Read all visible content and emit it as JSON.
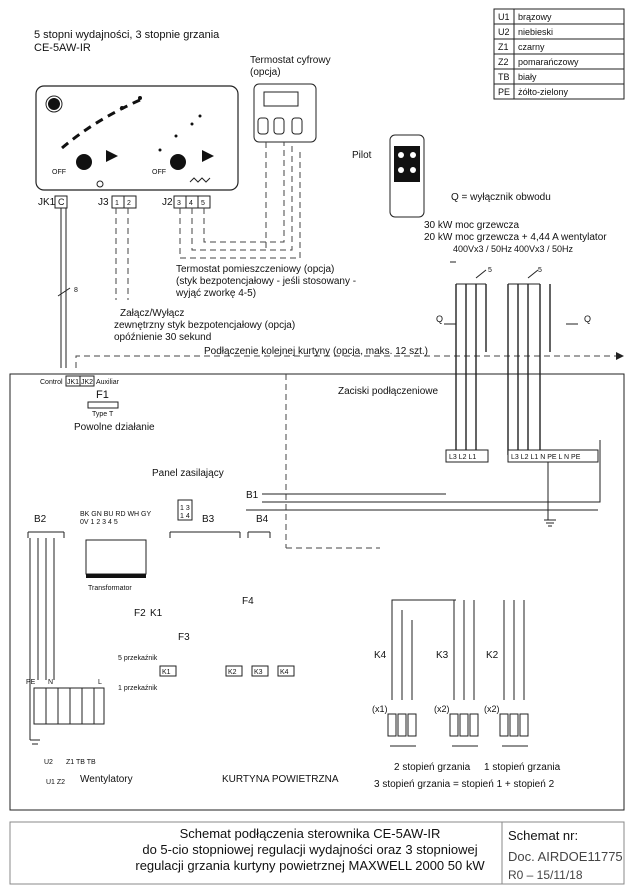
{
  "header": {
    "line1": "5 stopni wydajności, 3 stopnie grzania",
    "line2": "CE-5AW-IR"
  },
  "legend": [
    {
      "code": "U1",
      "label": "brązowy"
    },
    {
      "code": "U2",
      "label": "niebieski"
    },
    {
      "code": "Z1",
      "label": "czarny"
    },
    {
      "code": "Z2",
      "label": "pomarańczowy"
    },
    {
      "code": "TB",
      "label": "biały"
    },
    {
      "code": "PE",
      "label": "żółto-zielony"
    }
  ],
  "labels": {
    "thermostat_title": "Termostat cyfrowy",
    "thermostat_opt": "(opcja)",
    "pilot": "Pilot",
    "breaker": "Q = wyłącznik obwodu",
    "power1": "30 kW moc grzewcza",
    "power2": "20 kW moc grzewcza + 4,44 A wentylator",
    "voltage1": "400Vx3 / 50Hz",
    "voltage2": "400Vx3 / 50Hz",
    "room_thermo1": "Termostat pomieszczeniowy (opcja)",
    "room_thermo2": "(styk bezpotencjałowy - jeśli stosowany -",
    "room_thermo3": "wyjąć zworkę 4-5)",
    "onoff1": "Załącz/Wyłącz",
    "onoff2": "zewnętrzny styk bezpotencjałowy (opcja)",
    "onoff3": "opóźnienie 30 sekund",
    "next_curtain": "Podłączenie kolejnej kurtyny (opcja, maks. 12 szt.)",
    "terminals": "Zaciski podłączeniowe",
    "control": "Control",
    "auxiliar": "Auxiliar",
    "fuse": "F1",
    "fuse_type": "Type T",
    "slow": "Powolne działanie",
    "supply_panel": "Panel zasilający",
    "transformer": "Transformator",
    "relay5": "5 przekaźnik",
    "relay1": "1 przekaźnik",
    "fans": "Wentylatory",
    "curtain": "KURTYNA POWIETRZNA",
    "stage2": "2 stopień grzania",
    "stage1": "1 stopień grzania",
    "stage3": "3 stopień grzania = stopień 1 + stopień 2",
    "off": "OFF",
    "jk1": "JK1",
    "c": "C",
    "j3": "J3",
    "j2": "J2",
    "wire8": "8",
    "wire5a": "5",
    "wire5b": "5",
    "x1": "(x1)",
    "x2a": "(x2)",
    "x2b": "(x2)"
  },
  "footer": {
    "title1": "Schemat podłączenia sterownika CE-5AW-IR",
    "title2": "do 5-cio stopniowej regulacji wydajności oraz 3 stopniowej",
    "title3": "regulacji grzania kurtyny powietrznej MAXWELL 2000 50 kW",
    "scheme_label": "Schemat nr:",
    "doc": "Doc. AIRDOE11775",
    "rev": "R0  – 15/11/18"
  }
}
